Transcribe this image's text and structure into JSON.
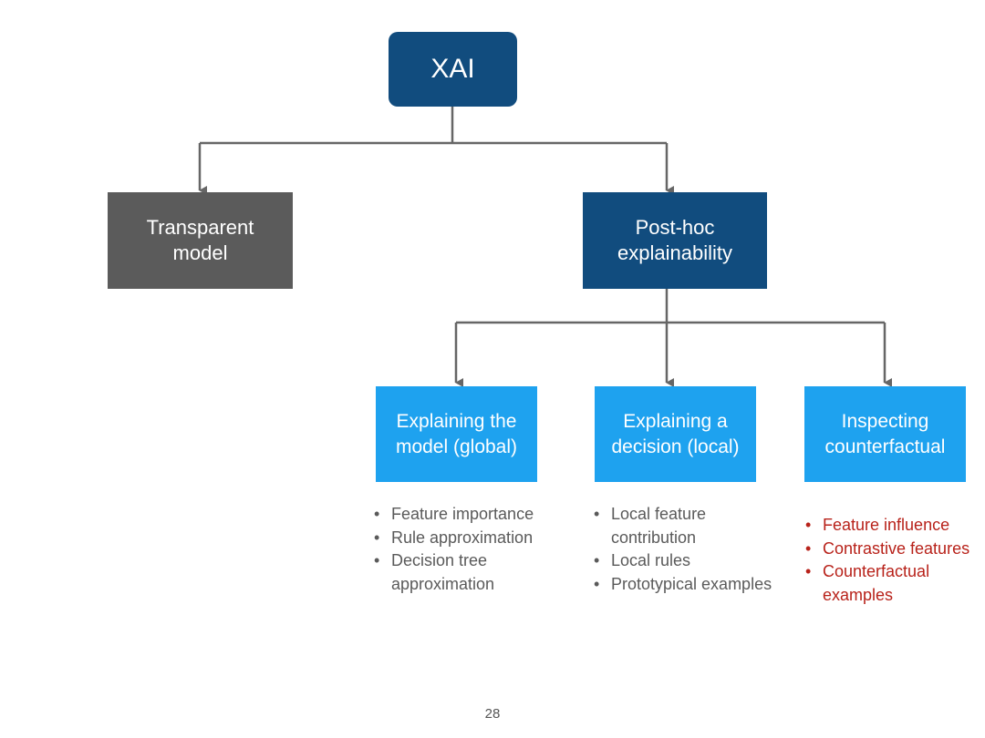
{
  "colors": {
    "root": "#114c7e",
    "transparent": "#5b5b5b",
    "posthoc": "#114c7e",
    "leaf": "#1ea2ef",
    "connector": "#666666",
    "bullet_text": "#5a5a5a",
    "counterfactual_text": "#b8221a"
  },
  "root": {
    "label": "XAI"
  },
  "level1": {
    "transparent": {
      "label": "Transparent\nmodel"
    },
    "posthoc": {
      "label": "Post-hoc\nexplainability"
    }
  },
  "level2": {
    "global": {
      "label": "Explaining the\nmodel (global)",
      "bullets": [
        "Feature importance",
        "Rule approximation",
        "Decision tree approximation"
      ]
    },
    "local": {
      "label": "Explaining a\ndecision (local)",
      "bullets": [
        "Local feature contribution",
        "Local rules",
        "Prototypical examples"
      ]
    },
    "counterfactual": {
      "label": "Inspecting\ncounterfactual",
      "bullets": [
        "Feature influence",
        "Contrastive features",
        "Counterfactual examples"
      ]
    }
  },
  "bullet_glyph": "•",
  "page_number": "28"
}
